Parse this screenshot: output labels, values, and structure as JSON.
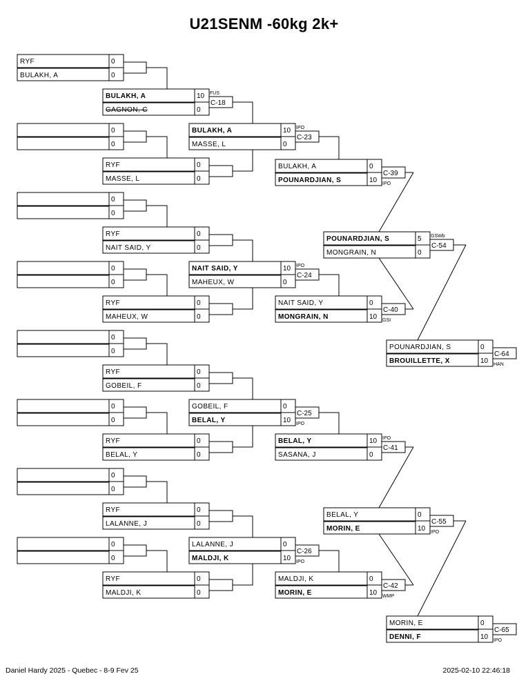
{
  "title": "U21SENM -60kg 2k+",
  "footer": {
    "left": "Daniel Hardy 2025 - Quebec - 8-9 Fev 25",
    "right": "2025-02-10 22:46:18"
  },
  "rounds": [
    [
      {
        "top": {
          "name": "RYF",
          "score": "0"
        },
        "bottom": {
          "name": "BULAKH, A",
          "score": "0"
        }
      },
      {
        "top": {
          "name": "",
          "score": "0"
        },
        "bottom": {
          "name": "",
          "score": "0"
        }
      },
      {
        "top": {
          "name": "",
          "score": "0"
        },
        "bottom": {
          "name": "",
          "score": "0"
        }
      },
      {
        "top": {
          "name": "",
          "score": "0"
        },
        "bottom": {
          "name": "",
          "score": "0"
        }
      },
      {
        "top": {
          "name": "",
          "score": "0"
        },
        "bottom": {
          "name": "",
          "score": "0"
        }
      },
      {
        "top": {
          "name": "",
          "score": "0"
        },
        "bottom": {
          "name": "",
          "score": "0"
        }
      },
      {
        "top": {
          "name": "",
          "score": "0"
        },
        "bottom": {
          "name": "",
          "score": "0"
        }
      },
      {
        "top": {
          "name": "",
          "score": "0"
        },
        "bottom": {
          "name": "",
          "score": "0"
        }
      }
    ],
    [
      {
        "top": {
          "name": "BULAKH, A",
          "score": "10",
          "bold": true
        },
        "bottom": {
          "name": "GAGNON, C",
          "score": "0",
          "strike": true
        },
        "code": "C-18",
        "result": "FUS",
        "winner": "top"
      },
      {
        "top": {
          "name": "RYF",
          "score": "0"
        },
        "bottom": {
          "name": "MASSE, L",
          "score": "0"
        }
      },
      {
        "top": {
          "name": "RYF",
          "score": "0"
        },
        "bottom": {
          "name": "NAIT SAID, Y",
          "score": "0"
        }
      },
      {
        "top": {
          "name": "RYF",
          "score": "0"
        },
        "bottom": {
          "name": "MAHEUX, W",
          "score": "0"
        }
      },
      {
        "top": {
          "name": "RYF",
          "score": "0"
        },
        "bottom": {
          "name": "GOBEIL, F",
          "score": "0"
        }
      },
      {
        "top": {
          "name": "RYF",
          "score": "0"
        },
        "bottom": {
          "name": "BELAL, Y",
          "score": "0"
        }
      },
      {
        "top": {
          "name": "RYF",
          "score": "0"
        },
        "bottom": {
          "name": "LALANNE, J",
          "score": "0"
        }
      },
      {
        "top": {
          "name": "RYF",
          "score": "0"
        },
        "bottom": {
          "name": "MALDJI, K",
          "score": "0"
        }
      }
    ],
    [
      {
        "top": {
          "name": "BULAKH, A",
          "score": "10",
          "bold": true
        },
        "bottom": {
          "name": "MASSE, L",
          "score": "0"
        },
        "code": "C-23",
        "result": "IPO",
        "winner": "top"
      },
      {
        "top": {
          "name": "NAIT SAID, Y",
          "score": "10",
          "bold": true
        },
        "bottom": {
          "name": "MAHEUX, W",
          "score": "0"
        },
        "code": "C-24",
        "result": "IPO",
        "winner": "top"
      },
      {
        "top": {
          "name": "GOBEIL, F",
          "score": "0"
        },
        "bottom": {
          "name": "BELAL, Y",
          "score": "10",
          "bold": true
        },
        "code": "C-25",
        "result": "IPO",
        "winner": "bottom"
      },
      {
        "top": {
          "name": "LALANNE, J",
          "score": "0"
        },
        "bottom": {
          "name": "MALDJI, K",
          "score": "10",
          "bold": true
        },
        "code": "C-26",
        "result": "IPO",
        "winner": "bottom"
      }
    ],
    [
      {
        "top": {
          "name": "BULAKH, A",
          "score": "0"
        },
        "bottom": {
          "name": "POUNARDJIAN, S",
          "score": "10",
          "bold": true
        },
        "code": "C-39",
        "result": "IPO",
        "winner": "bottom"
      },
      {
        "top": {
          "name": "NAIT SAID, Y",
          "score": "0"
        },
        "bottom": {
          "name": "MONGRAIN, N",
          "score": "10",
          "bold": true
        },
        "code": "C-40",
        "result": "GSI",
        "winner": "bottom"
      },
      {
        "top": {
          "name": "BELAL, Y",
          "score": "10",
          "bold": true
        },
        "bottom": {
          "name": "SASANA, J",
          "score": "0"
        },
        "code": "C-41",
        "result": "IPO",
        "winner": "top"
      },
      {
        "top": {
          "name": "MALDJI, K",
          "score": "0"
        },
        "bottom": {
          "name": "MORIN, E",
          "score": "10",
          "bold": true
        },
        "code": "C-42",
        "result": "WMP",
        "winner": "bottom"
      }
    ],
    [
      {
        "top": {
          "name": "POUNARDJIAN, S",
          "score": "5",
          "bold": true
        },
        "bottom": {
          "name": "MONGRAIN, N",
          "score": "0"
        },
        "code": "C-54",
        "result": "GSWb",
        "winner": "top"
      },
      {
        "top": {
          "name": "BELAL, Y",
          "score": "0"
        },
        "bottom": {
          "name": "MORIN, E",
          "score": "10",
          "bold": true
        },
        "code": "C-55",
        "result": "IPO",
        "winner": "bottom"
      }
    ],
    [
      {
        "top": {
          "name": "POUNARDJIAN, S",
          "score": "0"
        },
        "bottom": {
          "name": "BROUILLETTE, X",
          "score": "10",
          "bold": true
        },
        "code": "C-64",
        "result": "HAN",
        "winner": "bottom"
      },
      {
        "top": {
          "name": "MORIN, E",
          "score": "0"
        },
        "bottom": {
          "name": "DENNI, F",
          "score": "10",
          "bold": true
        },
        "code": "C-65",
        "result": "IPO",
        "winner": "bottom"
      }
    ]
  ]
}
